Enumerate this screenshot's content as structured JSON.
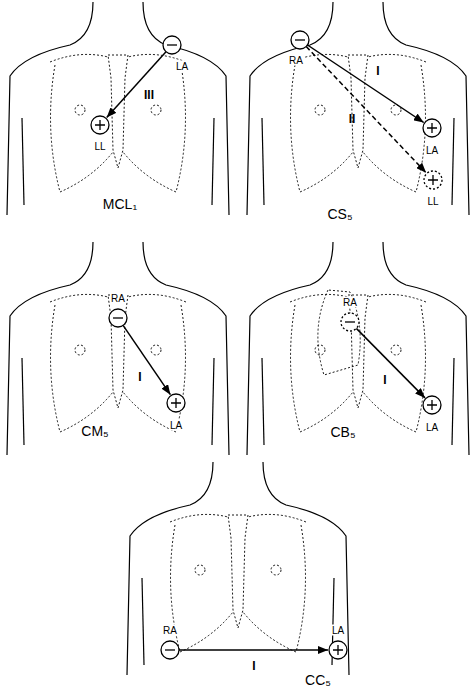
{
  "diagram": {
    "labels": [
      "LA",
      "III",
      "LL",
      "MCL₁",
      "RA",
      "I",
      "LA",
      "II",
      "LL",
      "CS₅",
      "RA",
      "I",
      "LA",
      "CM₅",
      "RA",
      "I",
      "LA",
      "CB₅",
      "RA",
      "I",
      "LA",
      "CC₅"
    ]
  }
}
